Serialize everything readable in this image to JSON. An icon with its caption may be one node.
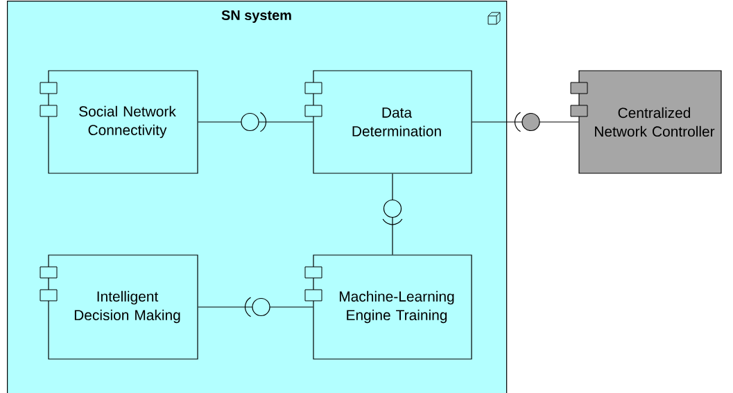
{
  "diagram": {
    "nodes": [
      {
        "text": [
          "SN system"
        ]
      },
      {
        "text": [
          "Social Network Connectivity"
        ],
        "in": 0
      },
      {
        "text": [
          "Data Determination"
        ],
        "in": 0
      },
      {
        "text": [
          "Centralized Network Controller"
        ]
      },
      {
        "text": [
          "Intelligent Decision Making"
        ],
        "in": 0
      },
      {
        "text": [
          "Machine-Learning Engine Training"
        ],
        "in": 0
      }
    ],
    "edges": [
      {
        "from": 1,
        "to": 2,
        "arrow": "none"
      },
      {
        "from": 3,
        "to": 2,
        "arrow": "none"
      },
      {
        "from": 2,
        "to": 5,
        "arrow": "none"
      },
      {
        "from": 5,
        "to": 4,
        "arrow": "none"
      }
    ]
  }
}
